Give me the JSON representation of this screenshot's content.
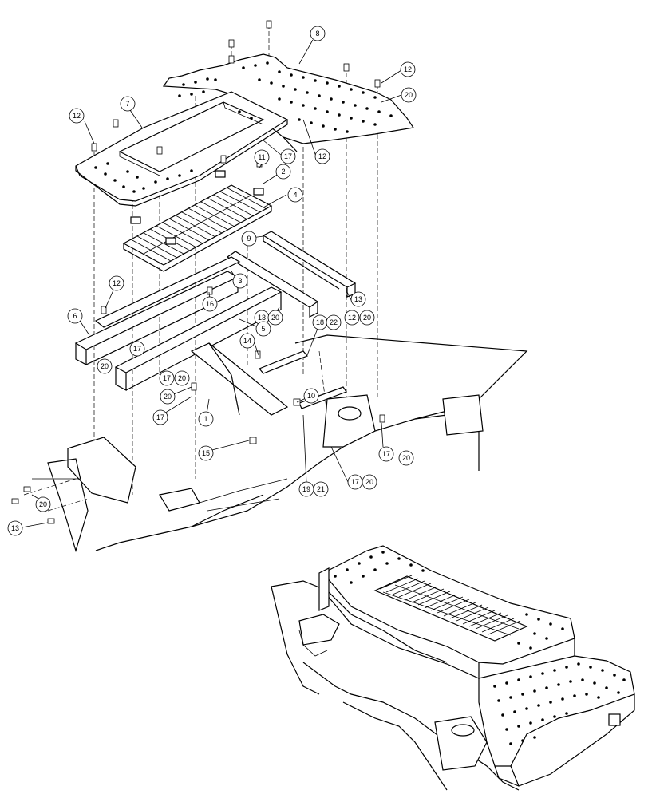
{
  "callouts": [
    {
      "id": "c8",
      "label": "8"
    },
    {
      "id": "c12a",
      "label": "12"
    },
    {
      "id": "c20a",
      "label": "20"
    },
    {
      "id": "c7",
      "label": "7"
    },
    {
      "id": "c12b",
      "label": "12"
    },
    {
      "id": "c17a",
      "label": "17"
    },
    {
      "id": "c12c",
      "label": "12"
    },
    {
      "id": "c11",
      "label": "11"
    },
    {
      "id": "c2",
      "label": "2"
    },
    {
      "id": "c4",
      "label": "4"
    },
    {
      "id": "c9",
      "label": "9"
    },
    {
      "id": "c12d",
      "label": "12"
    },
    {
      "id": "c3",
      "label": "3"
    },
    {
      "id": "c16",
      "label": "16"
    },
    {
      "id": "c13a",
      "label": "13"
    },
    {
      "id": "c20b",
      "label": "20"
    },
    {
      "id": "c13b",
      "label": "13"
    },
    {
      "id": "c12e",
      "label": "12"
    },
    {
      "id": "c20c",
      "label": "20"
    },
    {
      "id": "c6",
      "label": "6"
    },
    {
      "id": "c5",
      "label": "5"
    },
    {
      "id": "c18",
      "label": "18"
    },
    {
      "id": "c22",
      "label": "22"
    },
    {
      "id": "c17b",
      "label": "17"
    },
    {
      "id": "c14",
      "label": "14"
    },
    {
      "id": "c20d",
      "label": "20"
    },
    {
      "id": "c17c",
      "label": "17"
    },
    {
      "id": "c20e",
      "label": "20"
    },
    {
      "id": "c20f",
      "label": "20"
    },
    {
      "id": "c10",
      "label": "10"
    },
    {
      "id": "c17d",
      "label": "17"
    },
    {
      "id": "c1",
      "label": "1"
    },
    {
      "id": "c15",
      "label": "15"
    },
    {
      "id": "c17e",
      "label": "17"
    },
    {
      "id": "c20g",
      "label": "20"
    },
    {
      "id": "c19",
      "label": "19"
    },
    {
      "id": "c21",
      "label": "21"
    },
    {
      "id": "c17f",
      "label": "17"
    },
    {
      "id": "c20h",
      "label": "20"
    },
    {
      "id": "c20i",
      "label": "20"
    },
    {
      "id": "c13c",
      "label": "13"
    }
  ]
}
